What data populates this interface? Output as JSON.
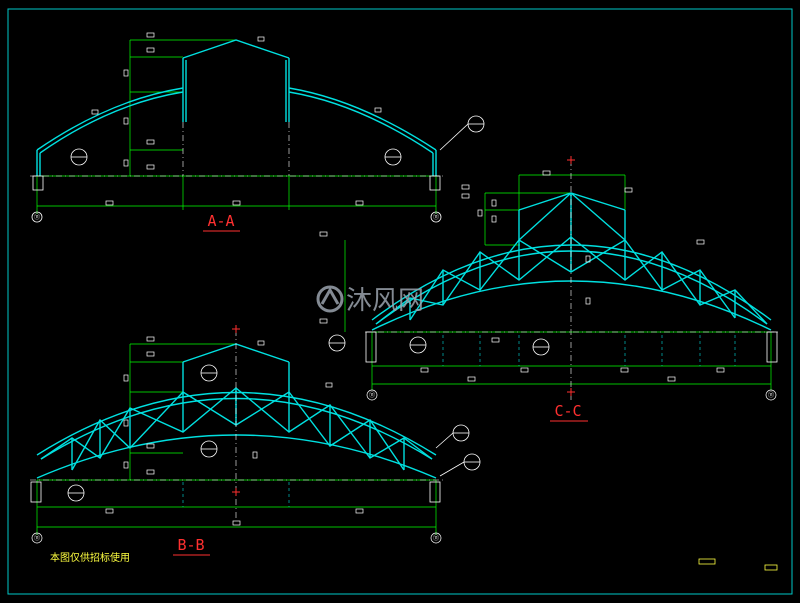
{
  "drawing": {
    "background": "#000000",
    "frame_color": "#00c8c8",
    "truss_color": "#00e0e0",
    "dim_color": "#00ff00",
    "label_color": "#ff3030",
    "note_color": "#ffff40"
  },
  "sections": [
    {
      "id": "A-A",
      "title": "A-A"
    },
    {
      "id": "C-C",
      "title": "C-C"
    },
    {
      "id": "B-B",
      "title": "B-B"
    }
  ],
  "grid_labels": [
    "⑪",
    "⑪",
    "⑪",
    "⑪",
    "⑪",
    "⑪"
  ],
  "note": "本图仅供招标使用",
  "watermark": "沐风网",
  "watermark_icon": "mf-logo-icon"
}
